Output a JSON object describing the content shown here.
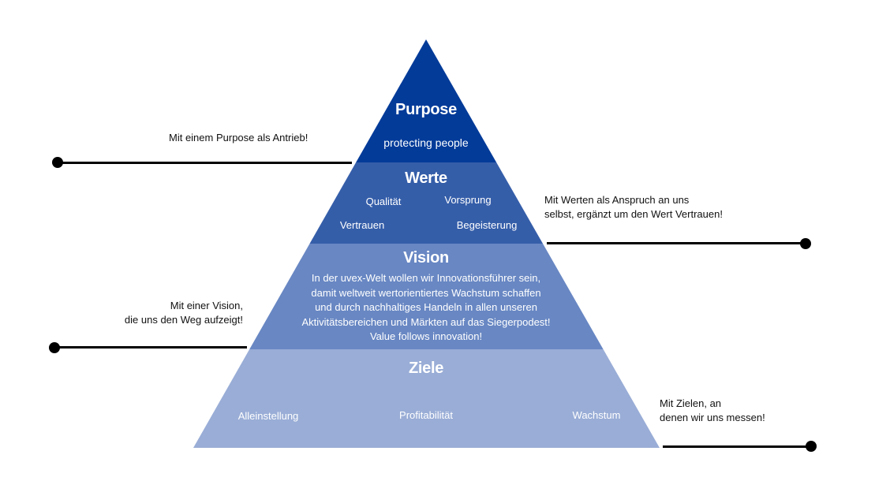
{
  "colors": {
    "purpose": "#033b99",
    "werte": "#355ea9",
    "vision": "#6887c3",
    "ziele": "#99add6",
    "text_on_layer": "#ffffff",
    "annotation_text": "#111111",
    "connector": "#000000"
  },
  "pyramid": {
    "purpose": {
      "title": "Purpose",
      "subtitle": "protecting people"
    },
    "werte": {
      "title": "Werte",
      "items": [
        "Qualität",
        "Vorsprung",
        "Vertrauen",
        "Begeisterung"
      ]
    },
    "vision": {
      "title": "Vision",
      "lines": [
        "In der uvex-Welt wollen wir Innovationsführer sein,",
        "damit weltweit wertorientiertes Wachstum schaffen",
        "und durch nachhaltiges Handeln in allen unseren",
        "Aktivitätsbereichen und Märkten auf das Siegerpodest!",
        "Value follows innovation!"
      ]
    },
    "ziele": {
      "title": "Ziele",
      "items": [
        "Alleinstellung",
        "Profitabilität",
        "Wachstum"
      ]
    }
  },
  "annotations": {
    "purpose": [
      "Mit einem Purpose als Antrieb!"
    ],
    "werte": [
      "Mit Werten als Anspruch an uns",
      "selbst, ergänzt um den Wert Vertrauen!"
    ],
    "vision": [
      "Mit einer Vision,",
      "die uns den Weg aufzeigt!"
    ],
    "ziele": [
      "Mit Zielen, an",
      "denen wir uns messen!"
    ]
  }
}
